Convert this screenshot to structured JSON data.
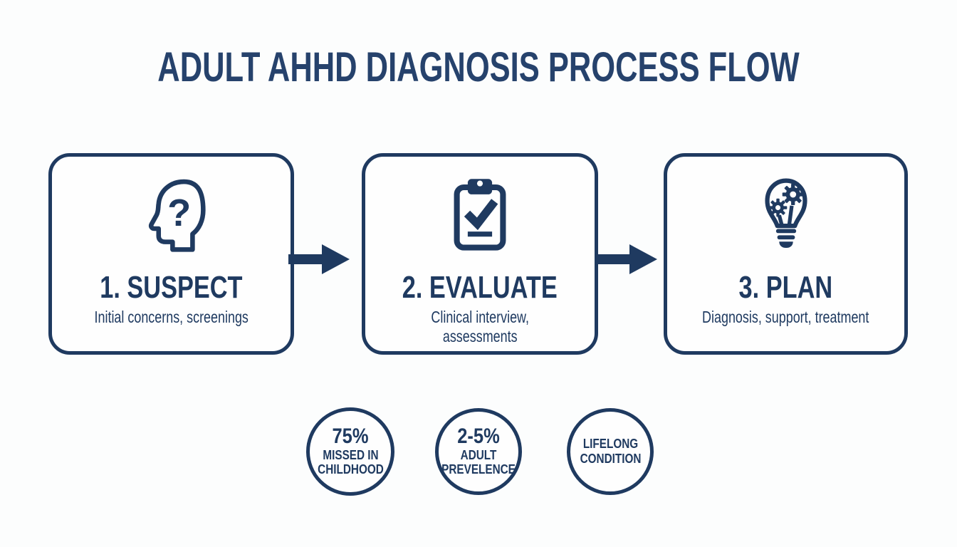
{
  "title": "ADULT AHHD DIAGNOSIS PROCESS FLOW",
  "colors": {
    "ink": "#1f3a60",
    "title_ink": "#26426c",
    "background": "#fcfdfd",
    "box_fill": "#fefefe"
  },
  "flow": {
    "steps": [
      {
        "icon": "head-question-icon",
        "icon_glyph": "?",
        "title": "1. SUSPECT",
        "subtitle": "Initial concerns, screenings"
      },
      {
        "icon": "clipboard-check-icon",
        "title": "2. EVALUATE",
        "subtitle": "Clinical interview,\nassessments"
      },
      {
        "icon": "lightbulb-gears-icon",
        "title": "3. PLAN",
        "subtitle": "Diagnosis, support, treatment"
      }
    ]
  },
  "stats": [
    {
      "value": "75%",
      "label": "MISSED IN\nCHILDHOOD"
    },
    {
      "value": "2-5%",
      "label": "ADULT\nPREVELENCE"
    },
    {
      "value": null,
      "label": "LIFELONG\nCONDITION"
    }
  ]
}
